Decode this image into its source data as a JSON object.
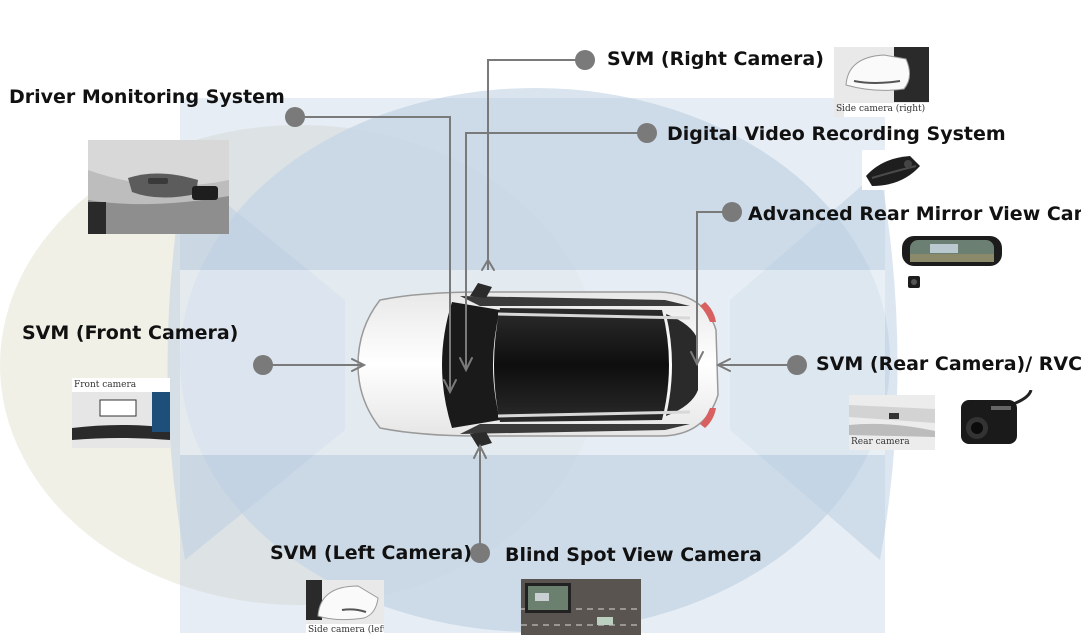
{
  "labels": {
    "driver_monitoring": "Driver Monitoring System",
    "svm_right": "SVM (Right Camera)",
    "dvrs": "Digital Video Recording System",
    "rear_mirror": "Advanced Rear Mirror View Cam",
    "svm_front": "SVM (Front Camera)",
    "svm_rear": "SVM (Rear Camera)/ RVC",
    "svm_left": "SVM (Left Camera)",
    "blind_spot": "Blind Spot View Camera"
  },
  "captions": {
    "side_right": "Side camera (right)",
    "front": "Front camera",
    "rear": "Rear camera",
    "side_left": "Side camera (left)"
  },
  "colors": {
    "zone_blue": "#c9d9e8",
    "zone_cream": "#ecebdf",
    "marker": "#7a7a7a",
    "line": "#7a7a7a"
  }
}
